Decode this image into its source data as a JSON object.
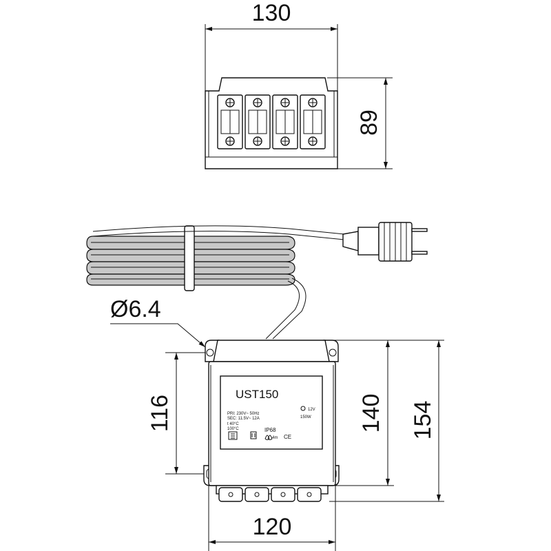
{
  "dimensions": {
    "top_width": "130",
    "top_height": "89",
    "hole_diameter": "Ø6.4",
    "hole_spacing_v": "116",
    "body_height": "140",
    "overall_height": "154",
    "bottom_width": "120"
  },
  "label": {
    "model": "UST150",
    "pri": "PRI: 230V~ 50Hz",
    "sec": "SEC: 11.5V~ 12A",
    "temp": "t 40°C",
    "temp2": "100°C",
    "output_voltage": "12V",
    "output_power": "150W",
    "ip": "IP68",
    "depth": "4m",
    "ce": "CE"
  }
}
